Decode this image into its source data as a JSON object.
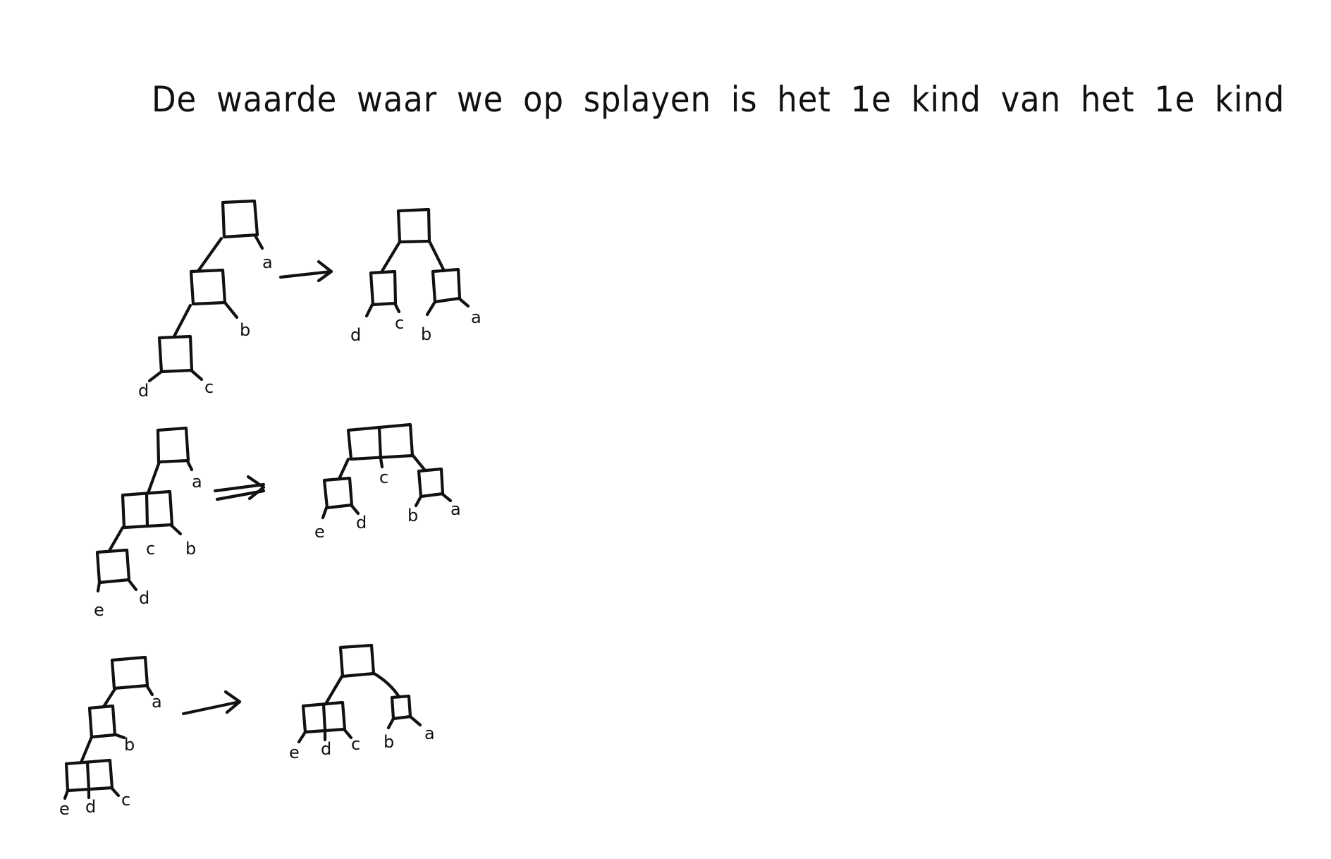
{
  "heading": "De waarde waar we op splayen is het 1e kind van het 1e kind",
  "rows": [
    {
      "before_leaves": [
        "a",
        "b",
        "c",
        "d"
      ],
      "after_leaves": [
        "d",
        "c",
        "b",
        "a"
      ]
    },
    {
      "before_leaves": [
        "a",
        "c",
        "b",
        "e",
        "d"
      ],
      "after_leaves": [
        "c",
        "e",
        "d",
        "b",
        "a"
      ]
    },
    {
      "before_leaves": [
        "a",
        "b",
        "e",
        "d",
        "c"
      ],
      "after_leaves": [
        "e",
        "d",
        "c",
        "b",
        "a"
      ]
    }
  ]
}
